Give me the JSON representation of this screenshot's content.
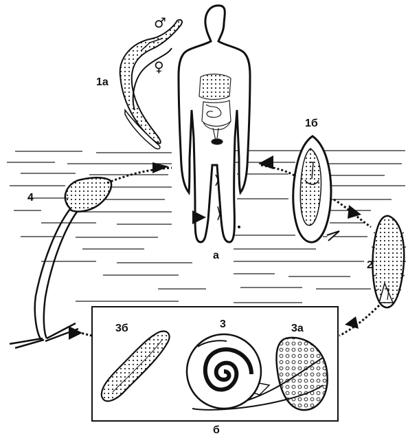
{
  "labels": {
    "adult_worms": "1а",
    "male_symbol": "♂",
    "female_symbol": "♀",
    "host": "а",
    "egg": "1б",
    "miracidium": "2",
    "snail": "3",
    "sporocyst": "3а",
    "daughter_sporocyst": "3б",
    "intermediate_host_box": "б",
    "cercaria": "4"
  },
  "colors": {
    "ink": "#111111",
    "paper": "#ffffff"
  }
}
